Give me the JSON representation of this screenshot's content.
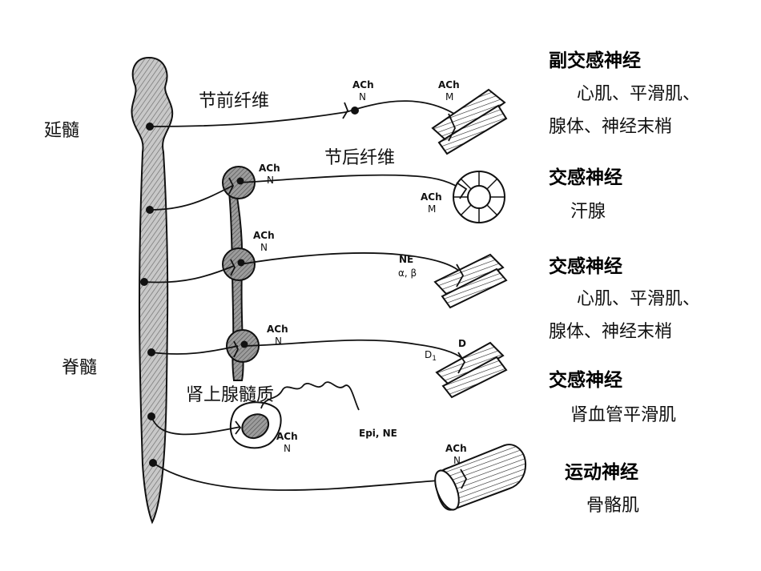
{
  "labels": {
    "medulla": "延髓",
    "spinal_cord": "脊髓",
    "preganglionic": "节前纤维",
    "postganglionic": "节后纤维",
    "adrenal_medulla": "肾上腺髓质"
  },
  "synapses": {
    "s1_transmitter": "ACh",
    "s1_receptor": "N",
    "e1_transmitter": "ACh",
    "e1_receptor": "M",
    "g1_transmitter": "ACh",
    "g1_receptor": "N",
    "e2_transmitter": "ACh",
    "e2_receptor": "M",
    "g2_transmitter": "ACh",
    "g2_receptor": "N",
    "e3_transmitter": "NE",
    "e3_receptor": "α, β",
    "g3_transmitter": "ACh",
    "g3_receptor": "N",
    "e4_transmitter": "D",
    "e4_receptor": "D",
    "e4_receptor_sub": "1",
    "adrenal_transmitter": "ACh",
    "adrenal_receptor": "N",
    "hormones": "Epi, NE",
    "motor_transmitter": "ACh",
    "motor_receptor": "N"
  },
  "pathways": [
    {
      "nerve": "副交感神经",
      "target_1": "心肌、平滑肌、",
      "target_2": "腺体、神经末梢"
    },
    {
      "nerve": "交感神经",
      "target_1": "汗腺",
      "target_2": ""
    },
    {
      "nerve": "交感神经",
      "target_1": "心肌、平滑肌、",
      "target_2": "腺体、神经末梢"
    },
    {
      "nerve": "交感神经",
      "target_1": "肾血管平滑肌",
      "target_2": ""
    },
    {
      "nerve": "运动神经",
      "target_1": "骨骼肌",
      "target_2": ""
    }
  ],
  "colors": {
    "cord_fill": "#bdbdbd",
    "ganglion_fill": "#9a9a9a",
    "line": "#111111"
  }
}
